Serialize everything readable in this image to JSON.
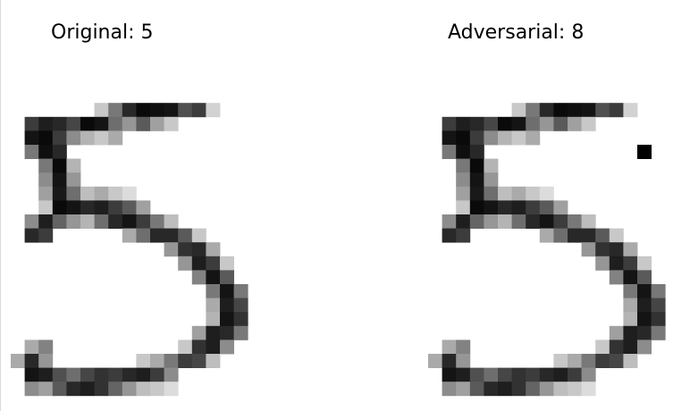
{
  "panels": {
    "left": {
      "title": "Original: 5"
    },
    "right": {
      "title": "Adversarial: 8"
    }
  },
  "colors": {
    "ink": "#000000",
    "background": "#ffffff"
  },
  "images": {
    "digit": "handwritten-5",
    "left": "grayscale-digit-original",
    "right": "grayscale-digit-adversarial"
  }
}
